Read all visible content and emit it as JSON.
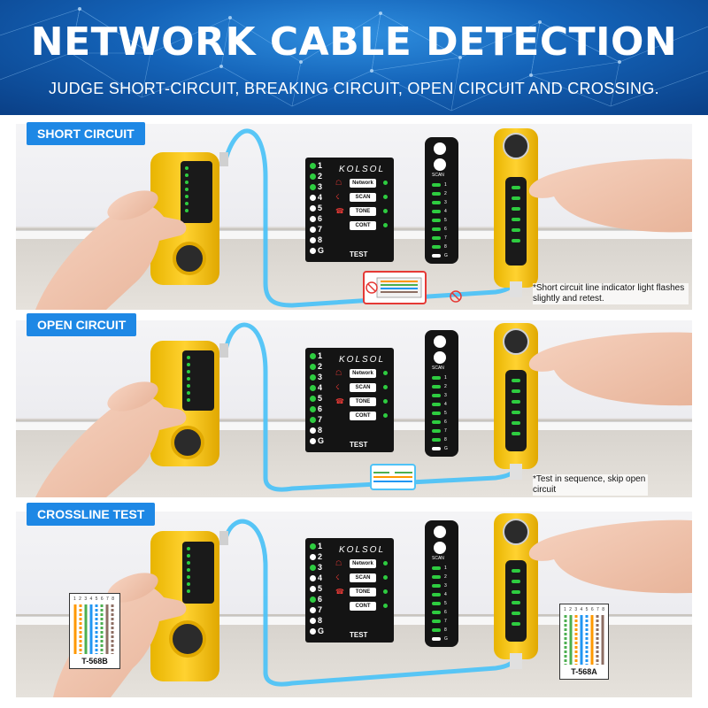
{
  "header": {
    "title": "NETWORK CABLE DETECTION",
    "subtitle": "JUDGE SHORT-CIRCUIT, BREAKING CIRCUIT, OPEN CIRCUIT AND CROSSING."
  },
  "colors": {
    "header_blue": "#1463b8",
    "tag_blue": "#1e88e5",
    "device_yellow": "#f5c518",
    "cable_blue": "#4fc3f7",
    "led_green": "#2ecc40",
    "alert_red": "#e53935"
  },
  "card": {
    "brand": "KOLSOL",
    "numbers": [
      "1",
      "2",
      "3",
      "4",
      "5",
      "6",
      "7",
      "8",
      "G"
    ],
    "buttons": [
      "Network",
      "SCAN",
      "TONE",
      "CONT"
    ],
    "test_label": "TEST"
  },
  "strip": {
    "scan_label": "SCAN",
    "numbers": [
      "1",
      "2",
      "3",
      "4",
      "5",
      "6",
      "7",
      "8",
      "G"
    ]
  },
  "panels": [
    {
      "tag": "SHORT CIRCUIT",
      "note": "*Short circuit line indicator light flashes slightly and retest."
    },
    {
      "tag": "OPEN CIRCUIT",
      "note": "*Test in sequence, skip open circuit"
    },
    {
      "tag": "CROSSLINE TEST",
      "note": "",
      "left_label": "T-568B",
      "right_label": "T-568A",
      "pin_numbers": "1 2 3 4 5 6 7 8"
    }
  ],
  "icons": [
    "hand-icon",
    "network-tester-icon",
    "cable-tracker-icon",
    "rj45-connector-icon"
  ]
}
